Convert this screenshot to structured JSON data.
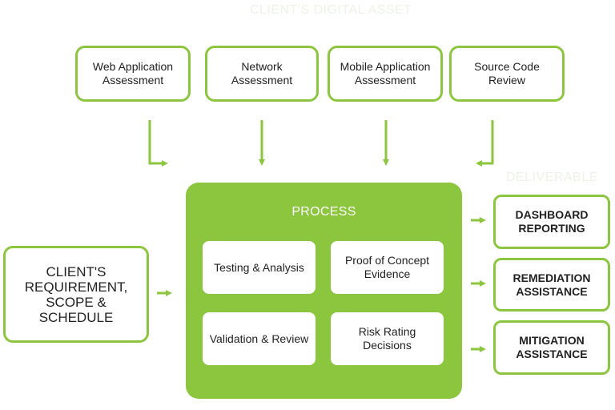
{
  "titles": {
    "digital_asset": "CLIENT'S DIGITAL ASSET",
    "deliverable": "DELIVERABLE"
  },
  "assets": [
    {
      "label": "Web Application Assessment"
    },
    {
      "label": "Network Assessment"
    },
    {
      "label": "Mobile Application Assessment"
    },
    {
      "label": "Source Code Review"
    }
  ],
  "process": {
    "title": "PROCESS",
    "steps": [
      {
        "label": "Testing & Analysis"
      },
      {
        "label": "Proof of Concept Evidence"
      },
      {
        "label": "Validation & Review"
      },
      {
        "label": "Risk Rating Decisions"
      }
    ]
  },
  "client": {
    "label": "CLIENT'S REQUIREMENT, SCOPE & SCHEDULE"
  },
  "deliverables": [
    {
      "label": "DASHBOARD REPORTING"
    },
    {
      "label": "REMEDIATION ASSISTANCE"
    },
    {
      "label": "MITIGATION ASSISTANCE"
    }
  ],
  "colors": {
    "accent": "#8cc63f",
    "title_faint": "#eef3e7",
    "text": "#222222"
  }
}
